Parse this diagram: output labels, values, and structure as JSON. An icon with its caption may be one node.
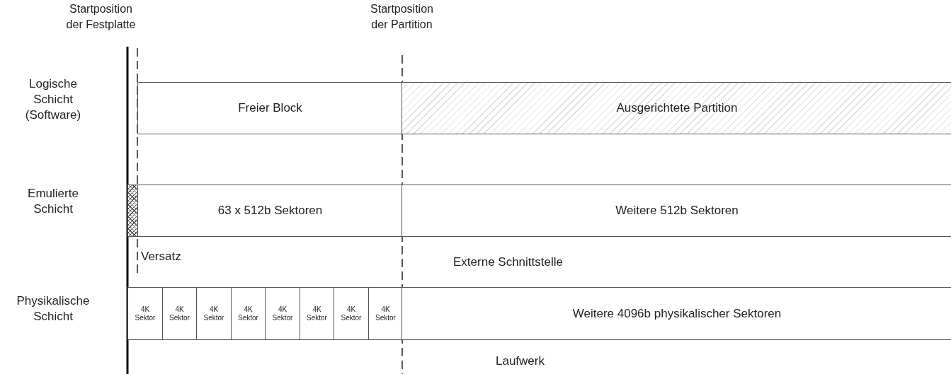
{
  "diagram": {
    "nodes": [
      {
        "text": [
          "Freier Block"
        ]
      },
      {
        "text": [
          "Ausgerichtete Partition"
        ]
      },
      {
        "text": [],
        "shape": "box"
      },
      {
        "text": [
          "63 x 512b Sektoren"
        ]
      },
      {
        "text": [
          "Weitere 512b Sektoren"
        ]
      },
      {
        "text": [
          "4K Sektor"
        ]
      },
      {
        "text": [
          "4K Sektor"
        ]
      },
      {
        "text": [
          "4K Sektor"
        ]
      },
      {
        "text": [
          "4K Sektor"
        ]
      },
      {
        "text": [
          "4K Sektor"
        ]
      },
      {
        "text": [
          "4K Sektor"
        ]
      },
      {
        "text": [
          "4K Sektor"
        ]
      },
      {
        "text": [
          "4K Sektor"
        ]
      },
      {
        "text": [
          "Weitere 4096b physikalischer Sektoren"
        ]
      }
    ],
    "edges": [],
    "labels": [
      "Startposition der Festplatte",
      "Startposition der Partition",
      "Logische Schicht (Software)",
      "Emulierte Schicht",
      "Versatz",
      "Externe Schnittstelle",
      "Physikalische Schicht",
      "Laufwerk"
    ]
  }
}
